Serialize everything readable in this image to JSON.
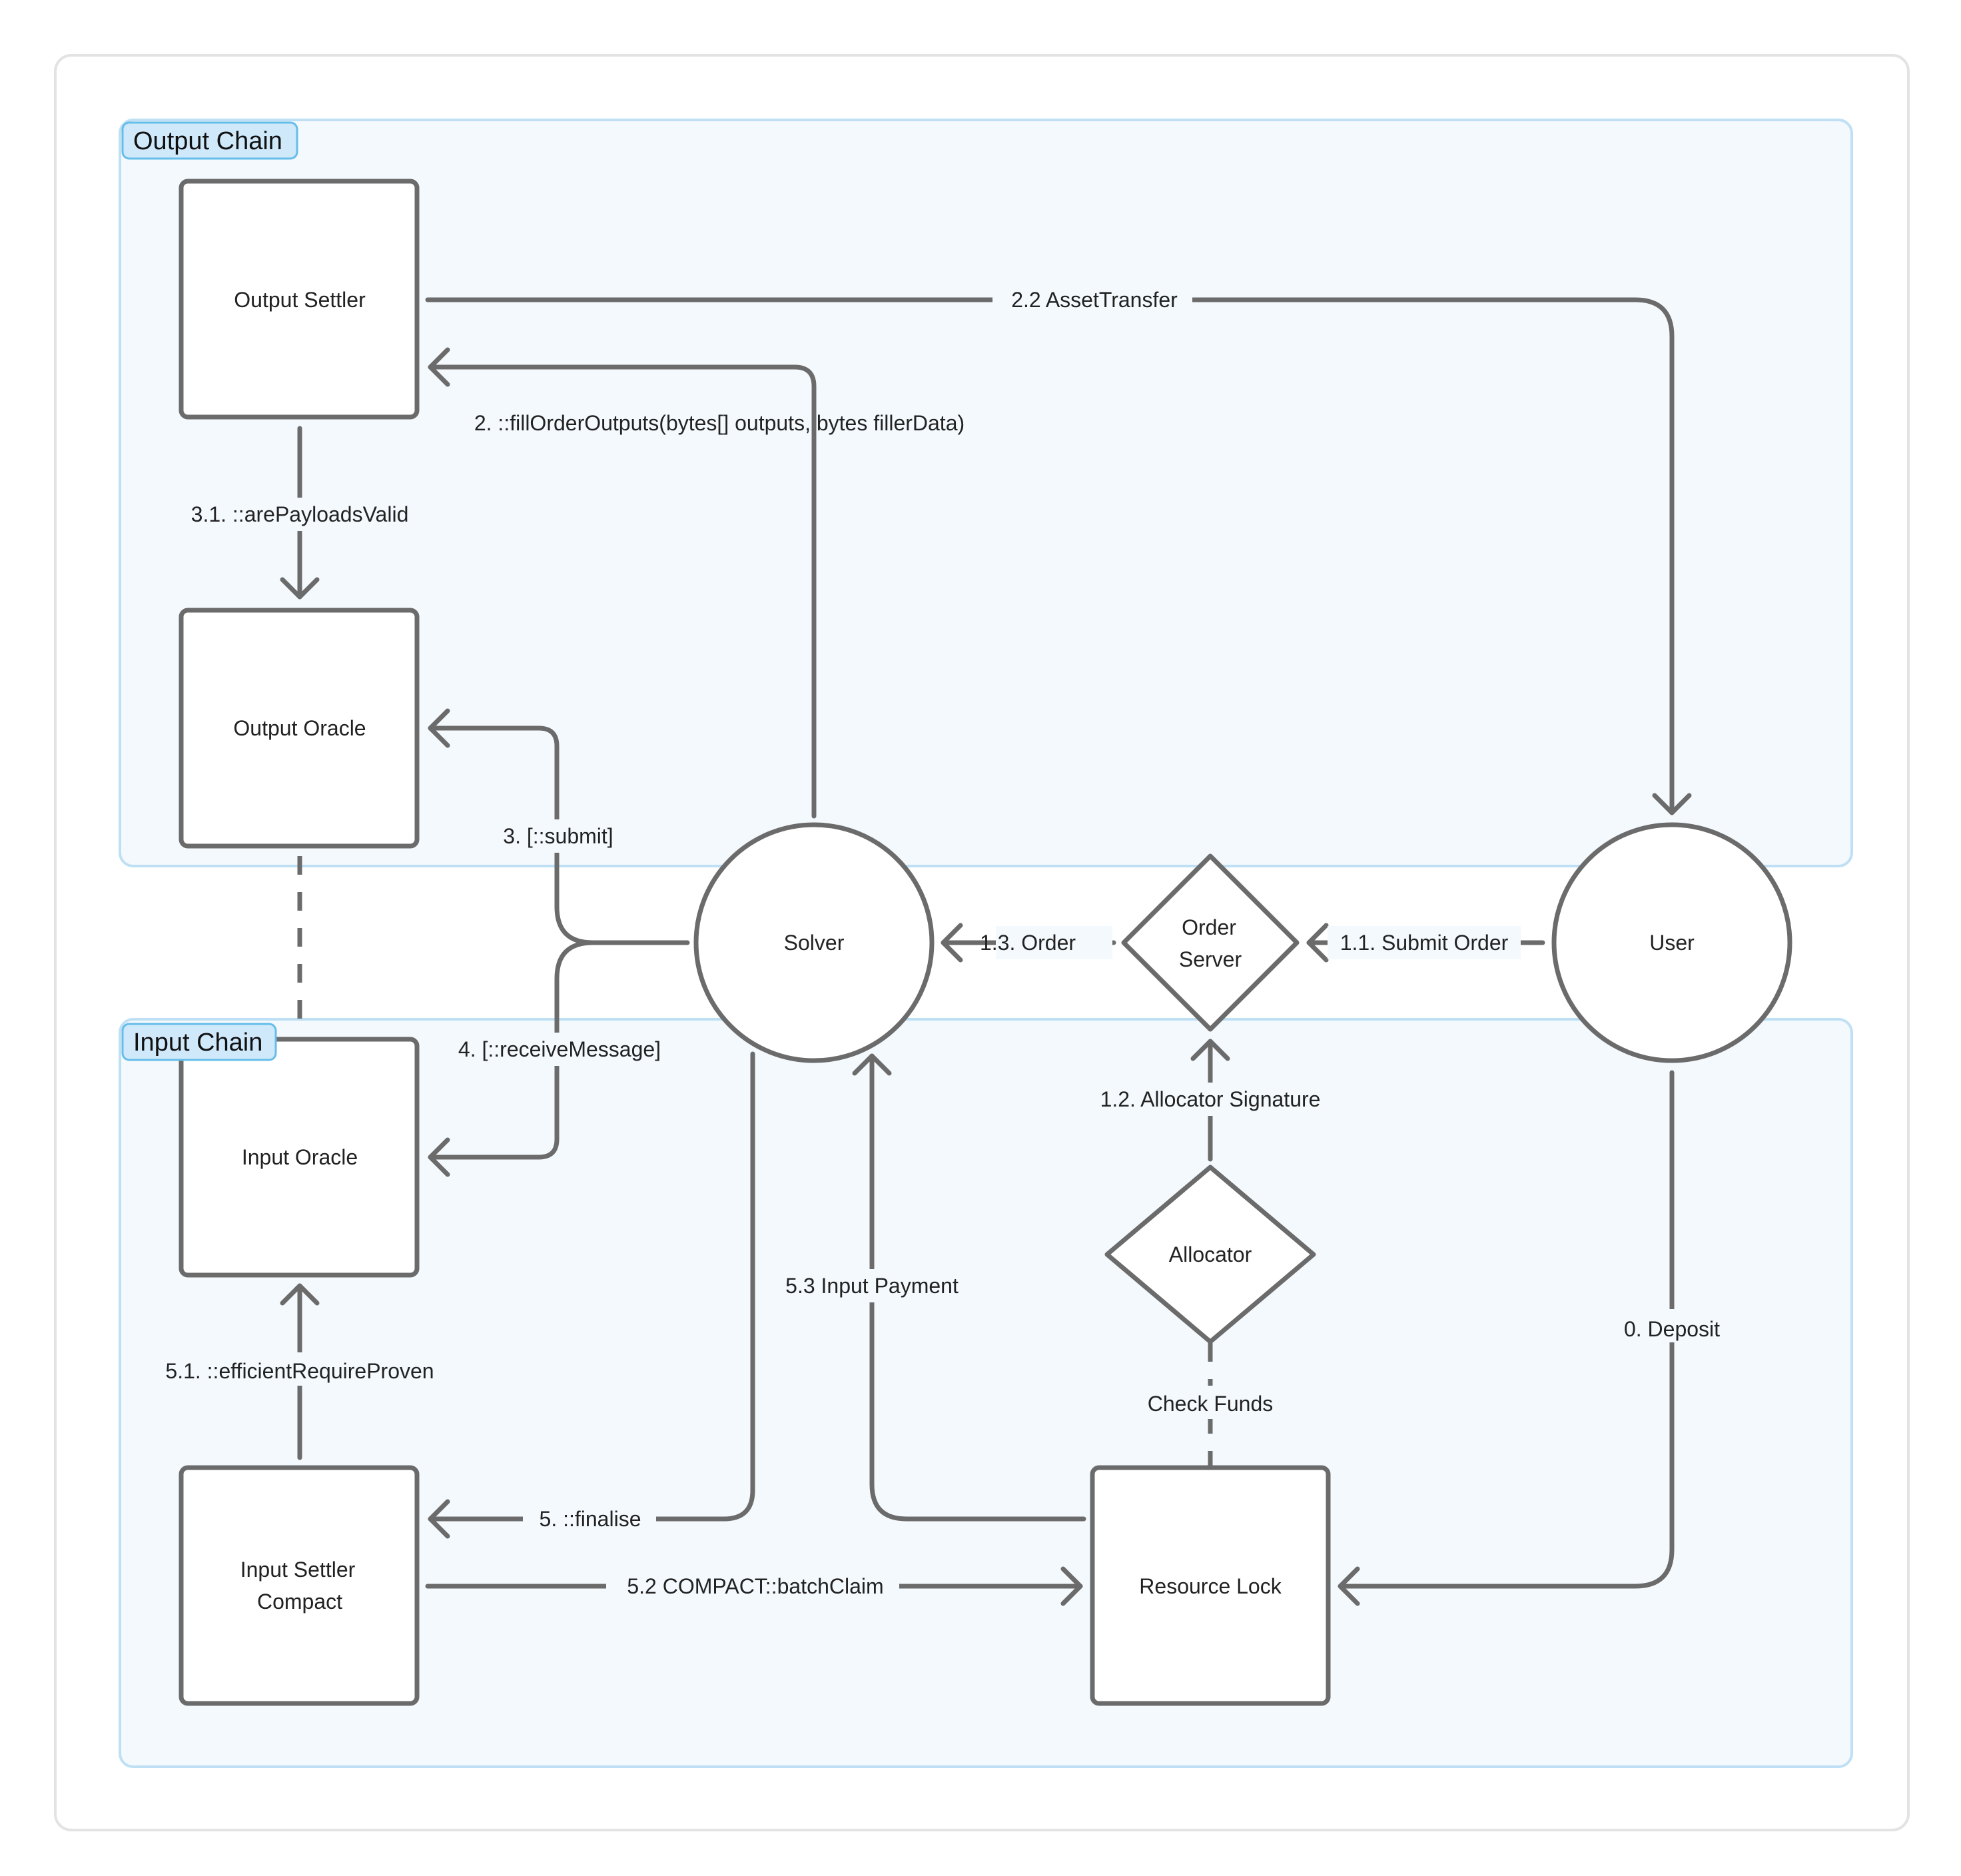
{
  "colors": {
    "region_fill": "#f4f9fd",
    "region_stroke": "#bfe0f4",
    "region_tag_fill": "#cfe9fb",
    "region_tag_stroke": "#66bde9",
    "shape_stroke": "#6b6b6b",
    "frame_stroke": "#e3e3e3"
  },
  "regions": {
    "output_chain": "Output Chain",
    "input_chain": "Input Chain"
  },
  "nodes": {
    "output_settler": "Output Settler",
    "output_oracle": "Output Oracle",
    "input_oracle": "Input Oracle",
    "input_settler_line1": "Input Settler",
    "input_settler_line2": "Compact",
    "resource_lock": "Resource Lock",
    "solver": "Solver",
    "user": "User",
    "order_server_line1": "Order",
    "order_server_line2": "Server",
    "allocator": "Allocator"
  },
  "edges": {
    "asset_transfer": "2.2 AssetTransfer",
    "fill_order_outputs": "2. ::fillOrderOutputs(bytes[] outputs, bytes fillerData)",
    "are_payloads_valid": "3.1. ::arePayloadsValid",
    "submit": "3. [::submit]",
    "receive_message": "4. [::receiveMessage]",
    "order": "1.3. Order",
    "submit_order": "1.1. Submit Order",
    "allocator_signature": "1.2. Allocator Signature",
    "input_payment": "5.3 Input Payment",
    "deposit": "0. Deposit",
    "check_funds": "Check Funds",
    "efficient_require_proven": "5.1. ::efficientRequireProven",
    "finalise": "5. ::finalise",
    "batch_claim": "5.2 COMPACT::batchClaim"
  }
}
